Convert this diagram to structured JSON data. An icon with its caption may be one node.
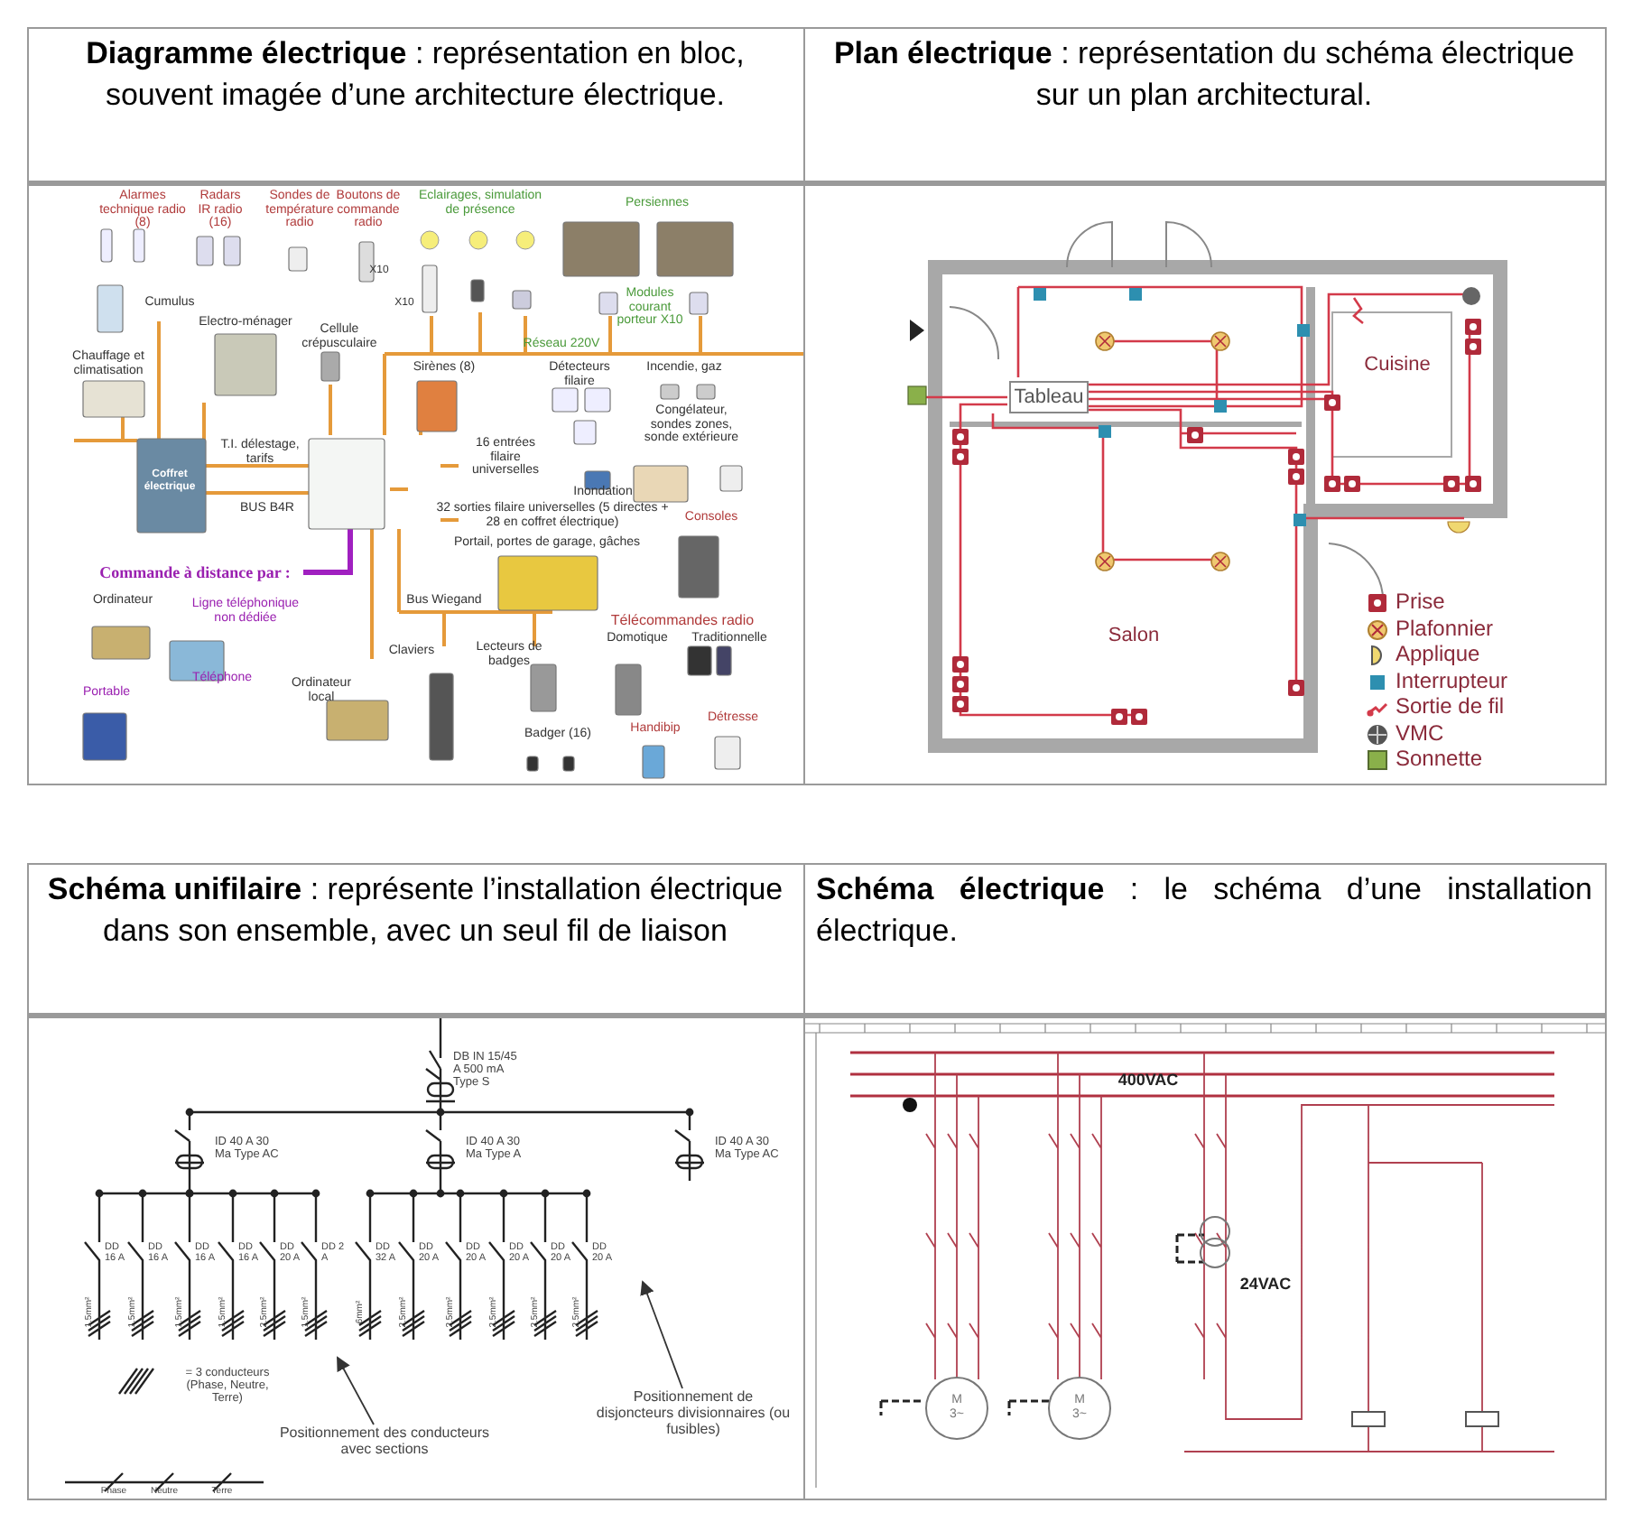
{
  "diagram": {
    "nodes": [
      {
        "text": [
          "Positionnement des conducteurs avec sections"
        ]
      },
      {
        "text": [
          "Positionnement de disjoncteurs divisionnaires (ou fusibles)"
        ]
      }
    ],
    "edges": [
      {
        "from": 0,
        "to": null,
        "arrow": "to"
      },
      {
        "from": 1,
        "to": null,
        "arrow": "to"
      }
    ],
    "labels": [
      "**Diagramme électrique** : représentation en bloc, souvent imagée d’une architecture électrique.",
      "**Plan électrique** : représentation du schéma électrique sur un plan architectural.",
      "Alarmes technique radio (8)",
      "Radars IR radio (16)",
      "Sondes de température radio",
      "Boutons de commande radio",
      "Eclairages, simulation de présence",
      "Persiennes",
      "X10",
      "X10",
      "Cumulus",
      "Electro-ménager",
      "Cellule crépusculaire",
      "Modules courant porteur X10",
      "Réseau 220V",
      "Chauffage et climatisation",
      "Sirènes (8)",
      "Détecteurs filaire",
      "Incendie, gaz",
      "Congélateur, sondes zones, sonde extérieure",
      "T.I. délestage, tarifs",
      "16 entrées filaire universelles",
      "Inondation",
      "Coffret électrique",
      "BUS B4R",
      "32 sorties filaire universelles (5 directes + 28 en coffret électrique)",
      "Consoles",
      "Portail, portes de garage, gâches",
      "Commande à distance par :",
      "Ordinateur",
      "Ligne téléphonique non dédiée",
      "Bus Wiegand",
      "Télécommandes radio",
      "Claviers",
      "Lecteurs de badges",
      "Domotique",
      "Traditionnelle",
      "Téléphone",
      "Portable",
      "Ordinateur local",
      "Badger (16)",
      "Handibip",
      "Détresse",
      "Tableau",
      "Cuisine",
      "Salon",
      "**Schéma unifilaire** : représente l’installation électrique dans son ensemble, avec un seul fil de liaison",
      "**Schéma électrique** : le schéma d’une installation électrique.",
      "DB IN 15/45 A 500 mA Type S",
      "ID 40 A 30 Ma Type AC",
      "ID 40 A 30 Ma Type A",
      "ID 40 A 30 Ma Type AC",
      "DD 16 A",
      "DD 16 A",
      "DD 16 A",
      "DD 16 A",
      "DD 20 A",
      "DD 2 A",
      "DD 32 A",
      "DD 20 A",
      "DD 20 A",
      "DD 20 A",
      "DD 20 A",
      "DD 20 A",
      "1.5mm²",
      "1.5mm²",
      "1.5mm²",
      "1.5mm²",
      "2.5mm²",
      "1.5mm²",
      "6mm²",
      "2.5mm²",
      "2.5mm²",
      "2.5mm²",
      "2.5mm²",
      "2.5mm²",
      "= 3 conducteurs (Phase, Neutre, Terre)",
      "Phase",
      "Neutre",
      "Terre",
      "400VAC",
      "24VAC",
      "M 3~",
      "M 3~"
    ],
    "legend": [
      {
        "text": "Prise"
      },
      {
        "text": "Plafonnier"
      },
      {
        "text": "Applique"
      },
      {
        "text": "Interrupteur"
      },
      {
        "text": "Sortie de fil"
      },
      {
        "text": "VMC"
      },
      {
        "text": "Sonnette"
      }
    ]
  }
}
